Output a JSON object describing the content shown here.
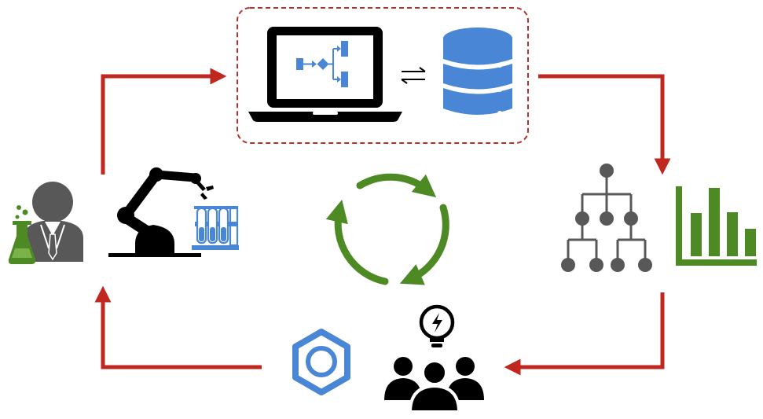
{
  "diagram": {
    "cycle_steps": [
      {
        "id": "workflow-data",
        "icons": [
          "laptop-workflow-icon",
          "two-way-arrows-icon",
          "database-icon"
        ],
        "grouped": true
      },
      {
        "id": "analysis",
        "icons": [
          "hierarchy-tree-icon",
          "bar-chart-icon"
        ]
      },
      {
        "id": "insight",
        "icons": [
          "team-icon",
          "lightbulb-icon"
        ]
      },
      {
        "id": "chemistry",
        "icons": [
          "hexagon-ring-icon"
        ]
      },
      {
        "id": "lab-automation",
        "icons": [
          "scientist-icon",
          "flask-icon",
          "robot-arm-icon",
          "test-tubes-icon"
        ]
      }
    ],
    "center_icon": "refresh-cycle-icon",
    "colors": {
      "arrow": "#c0281f",
      "group_border": "#b5302a",
      "blue": "#4a86d6",
      "green": "#4e8a23",
      "gray": "#585858",
      "black": "#000000"
    }
  }
}
